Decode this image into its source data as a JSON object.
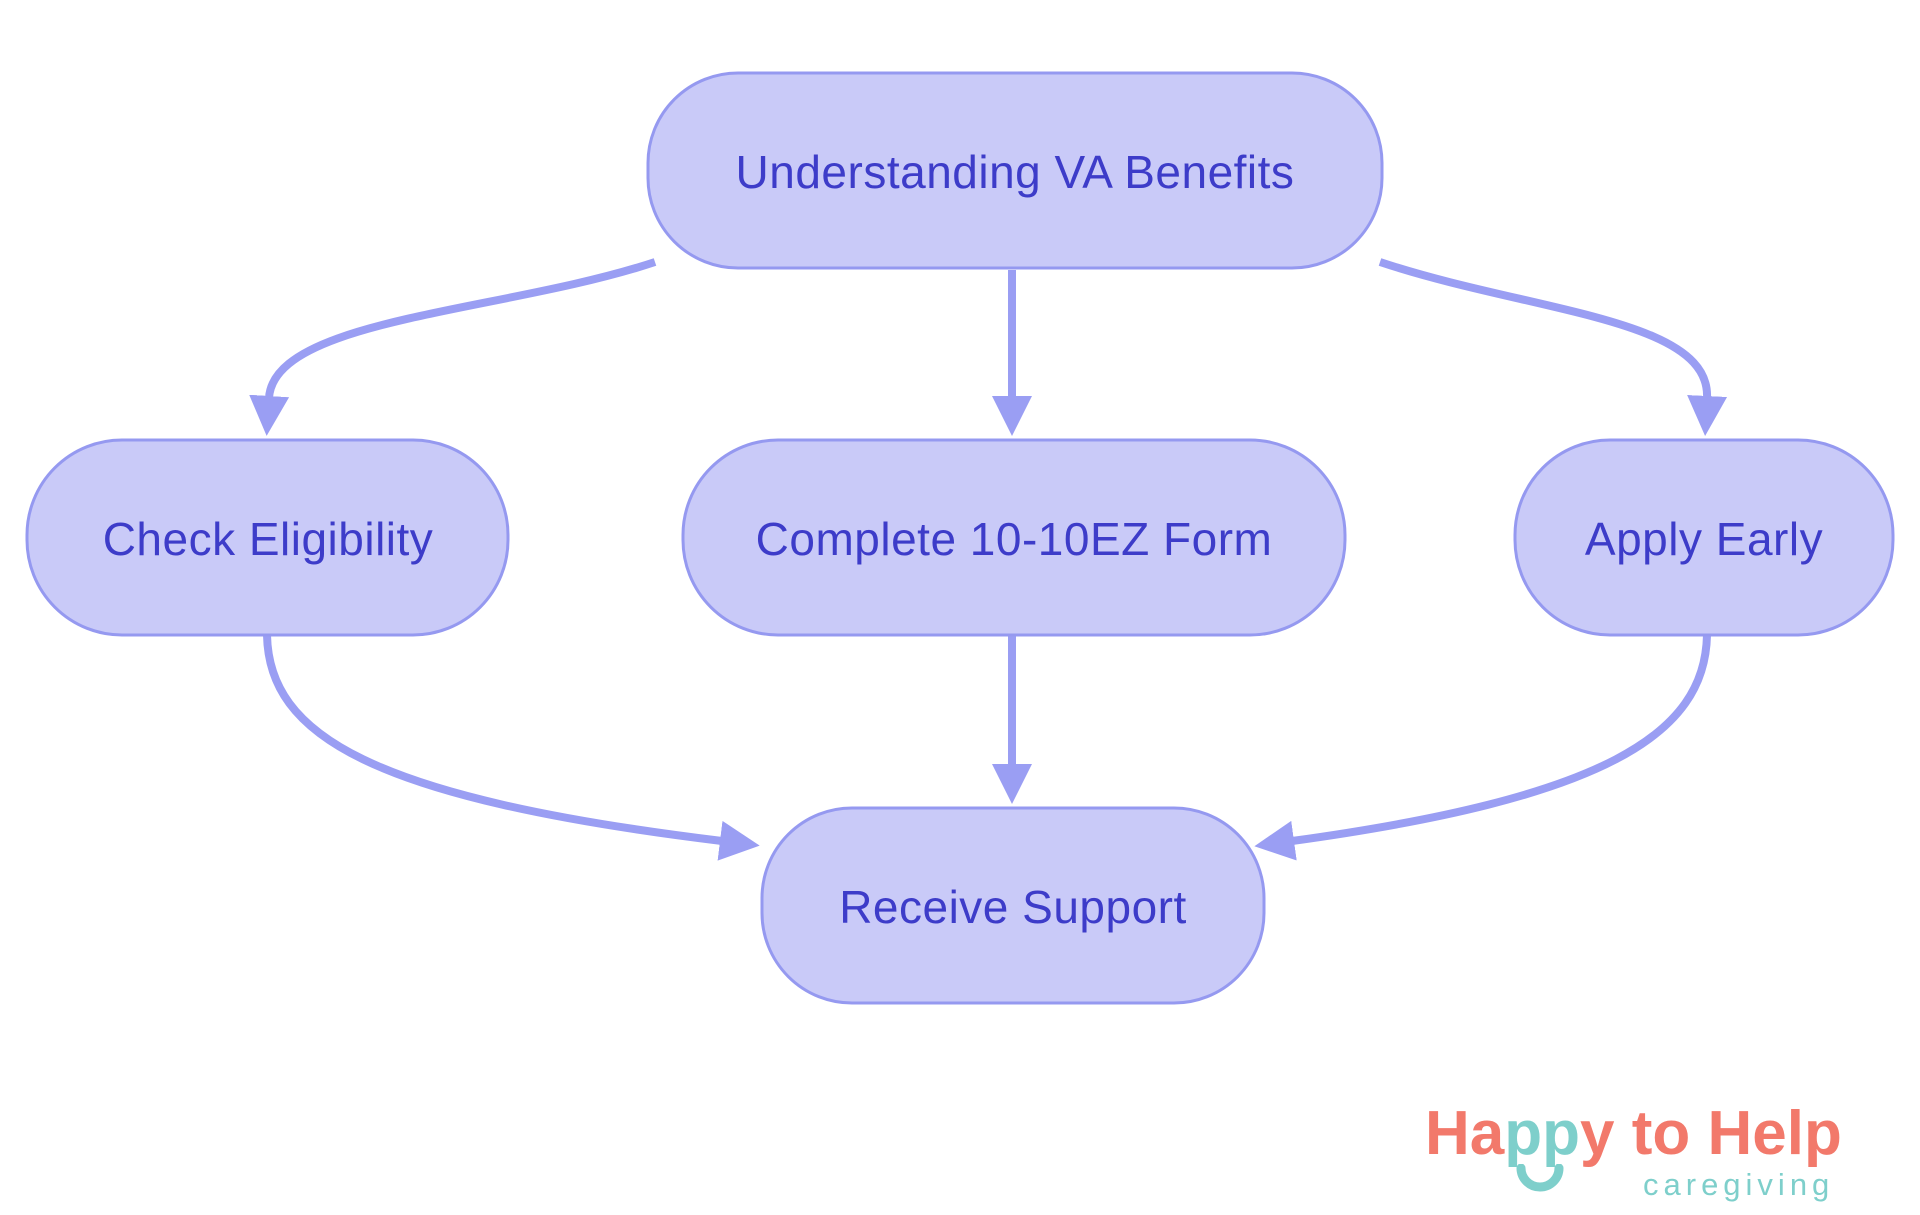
{
  "background": "#ffffff",
  "diagram": {
    "nodes": [
      {
        "id": "understanding-va-benefits",
        "label": "Understanding VA Benefits"
      },
      {
        "id": "check-eligibility",
        "label": "Check Eligibility"
      },
      {
        "id": "complete-10-10ez-form",
        "label": "Complete 10-10EZ Form"
      },
      {
        "id": "apply-early",
        "label": "Apply Early"
      },
      {
        "id": "receive-support",
        "label": "Receive Support"
      }
    ],
    "edges": [
      {
        "from": "understanding-va-benefits",
        "to": "check-eligibility"
      },
      {
        "from": "understanding-va-benefits",
        "to": "complete-10-10ez-form"
      },
      {
        "from": "understanding-va-benefits",
        "to": "apply-early"
      },
      {
        "from": "check-eligibility",
        "to": "receive-support"
      },
      {
        "from": "complete-10-10ez-form",
        "to": "receive-support"
      },
      {
        "from": "apply-early",
        "to": "receive-support"
      }
    ],
    "colors": {
      "node_fill": "#c9caf8",
      "node_border": "#9599f0",
      "node_text": "#3d3cc9",
      "arrow": "#9a9ef3"
    }
  },
  "logo": {
    "title_part1": "Ha",
    "title_part2": "pp",
    "title_part3": "y to Help",
    "subtitle": "caregiving",
    "colors": {
      "coral": "#f2796b",
      "teal": "#7ecfcb"
    }
  }
}
